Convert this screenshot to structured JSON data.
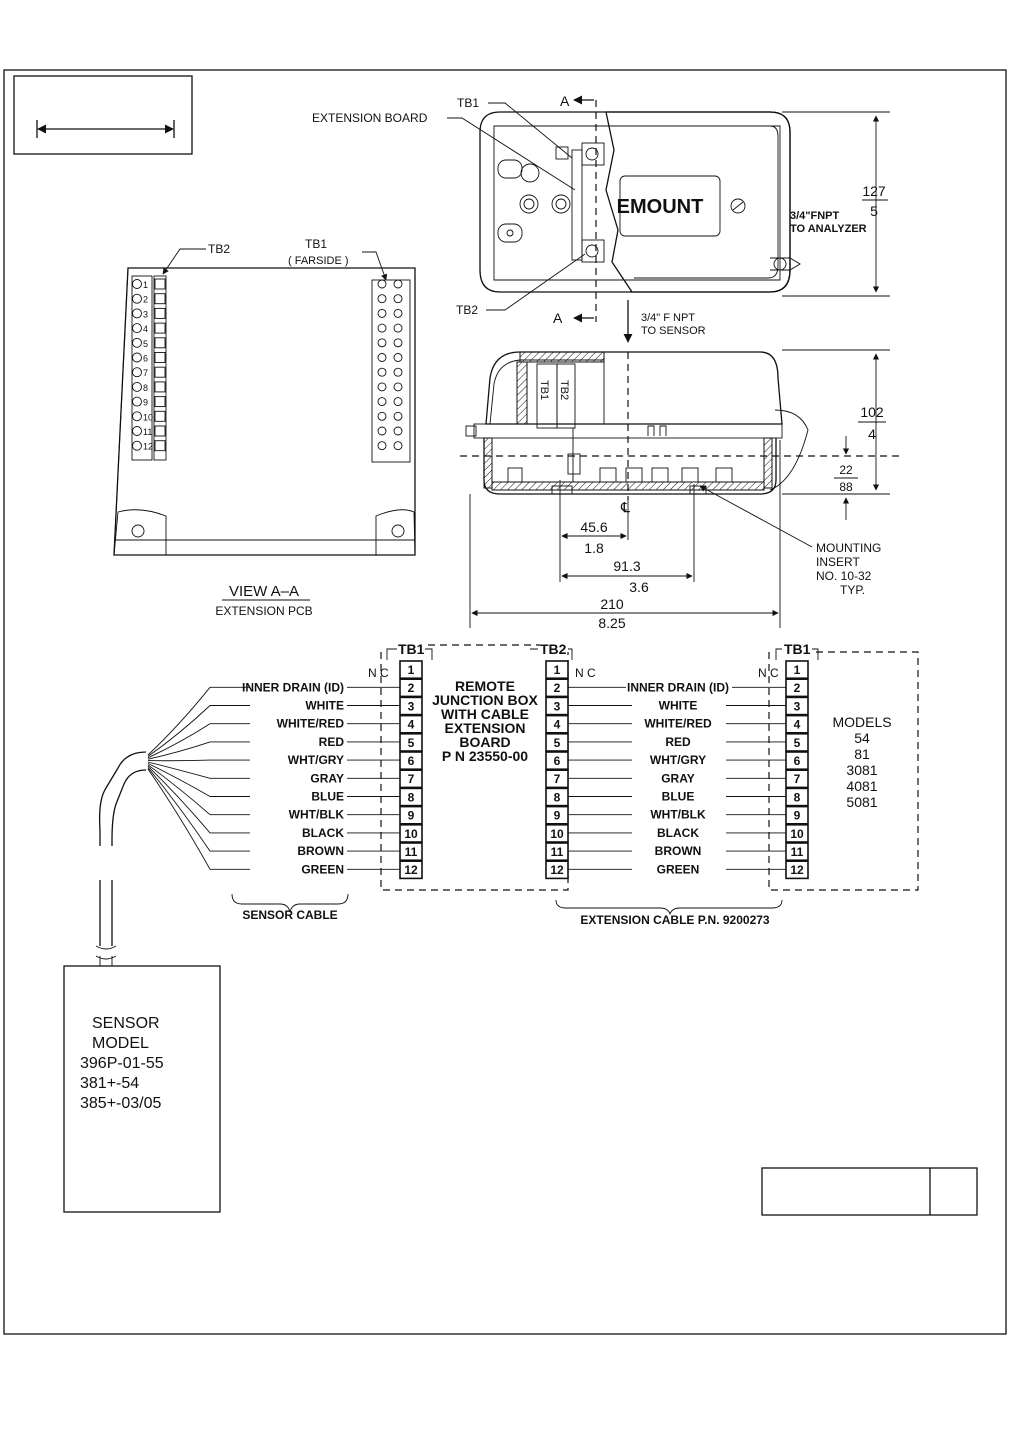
{
  "header": {
    "dimension_arrow_label": ""
  },
  "top_view": {
    "tb1": "TB1",
    "tb2": "TB2",
    "extension_board": "EXTENSION BOARD",
    "section_a_top": "A",
    "section_a_bottom": "A",
    "nameplate": "EMOUNT",
    "fnpt_analyzer_1": "3/4\"FNPT",
    "fnpt_analyzer_2": "TO ANALYZER",
    "fnpt_sensor_1": "3/4\" F NPT",
    "fnpt_sensor_2": "TO SENSOR",
    "height_mm": "127",
    "height_in": "5"
  },
  "side_view": {
    "tb1_vert": "TB1",
    "tb2_vert": "TB2",
    "height_mm": "102",
    "height_in": "4",
    "offset_mm": "22",
    "offset_in": "88",
    "dim1_mm": "45.6",
    "dim1_in": "1.8",
    "dim2_mm": "91.3",
    "dim2_in": "3.6",
    "width_mm": "210",
    "width_in": "8.25",
    "centerline": "℄",
    "mounting": [
      "MOUNTING",
      "INSERT",
      "NO. 10-32",
      "TYP."
    ]
  },
  "pcb_view": {
    "tb2": "TB2",
    "tb1": "TB1",
    "tb1_sub": "( FARSIDE )",
    "terminals": [
      "1",
      "2",
      "3",
      "4",
      "5",
      "6",
      "7",
      "8",
      "9",
      "10",
      "11",
      "12"
    ],
    "view_title": "VIEW A–A",
    "view_subtitle": "EXTENSION PCB"
  },
  "wiring": {
    "tb1_left": "TB1",
    "tb2": "TB2",
    "tb1_right": "TB1",
    "nc": "N C",
    "terminals": [
      "1",
      "2",
      "3",
      "4",
      "5",
      "6",
      "7",
      "8",
      "9",
      "10",
      "11",
      "12"
    ],
    "wires_left": [
      "INNER DRAIN (ID)",
      "WHITE",
      "WHITE/RED",
      "RED",
      "WHT/GRY",
      "GRAY",
      "BLUE",
      "WHT/BLK",
      "BLACK",
      "BROWN",
      "GREEN"
    ],
    "wires_right": [
      "INNER DRAIN (ID)",
      "WHITE",
      "WHITE/RED",
      "RED",
      "WHT/GRY",
      "GRAY",
      "BLUE",
      "WHT/BLK",
      "BLACK",
      "BROWN",
      "GREEN"
    ],
    "junction_box": [
      "REMOTE",
      "JUNCTION BOX",
      "WITH CABLE",
      "EXTENSION",
      "BOARD",
      "P N 23550-00"
    ],
    "models_title": "MODELS",
    "models": [
      "54",
      "81",
      "3081",
      "4081",
      "5081"
    ],
    "sensor_cable": "SENSOR CABLE",
    "extension_cable": "EXTENSION CABLE P.N. 9200273"
  },
  "sensor": {
    "lines": [
      "SENSOR",
      "MODEL",
      "396P-01-55",
      "381+-54",
      "385+-03/05"
    ]
  }
}
